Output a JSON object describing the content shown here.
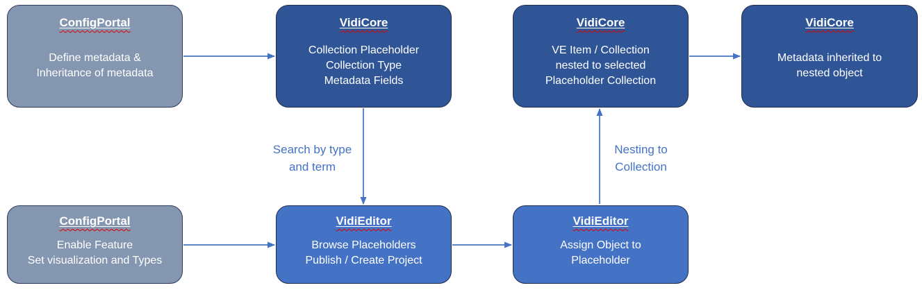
{
  "colors": {
    "gray_node_fill": "#8496B0",
    "dark_node_fill": "#2F5597",
    "blue_node_fill": "#4472C4",
    "node_border": "#1F2C4D",
    "arrow": "#4472C4",
    "node_text": "#FFFFFF",
    "title_underline": "#FFFFFF",
    "spellcheck_squiggle": "#E00000"
  },
  "nodes": [
    {
      "title": "ConfigPortal",
      "body": [
        "Define metadata &",
        "Inheritance of metadata"
      ]
    },
    {
      "title": "VidiCore",
      "body": [
        "Collection Placeholder",
        "Collection Type",
        "Metadata Fields"
      ]
    },
    {
      "title": "VidiCore",
      "body": [
        "VE Item / Collection",
        "nested to selected",
        "Placeholder Collection"
      ]
    },
    {
      "title": "VidiCore",
      "body": [
        "Metadata inherited to",
        "nested object"
      ]
    },
    {
      "title": "ConfigPortal",
      "body": [
        "Enable Feature",
        "Set visualization and Types"
      ]
    },
    {
      "title": "VidiEditor",
      "body": [
        "Browse Placeholders",
        "Publish / Create Project"
      ]
    },
    {
      "title": "VidiEditor",
      "body": [
        "Assign Object to",
        "Placeholder"
      ]
    }
  ],
  "edge_labels": {
    "search": [
      "Search by type",
      "and term"
    ],
    "nesting": [
      "Nesting to",
      "Collection"
    ]
  }
}
